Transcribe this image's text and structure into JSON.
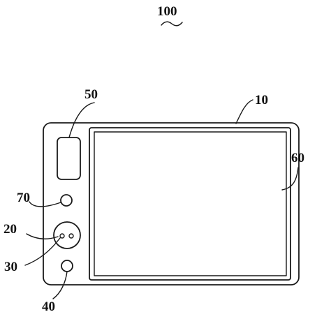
{
  "figure": {
    "reference_labels": {
      "assembly": "100",
      "housing": "10",
      "component_50": "50",
      "display": "60",
      "component_70": "70",
      "component_20": "20",
      "component_30": "30",
      "component_40": "40"
    },
    "line_color": "#1a1a1a"
  }
}
